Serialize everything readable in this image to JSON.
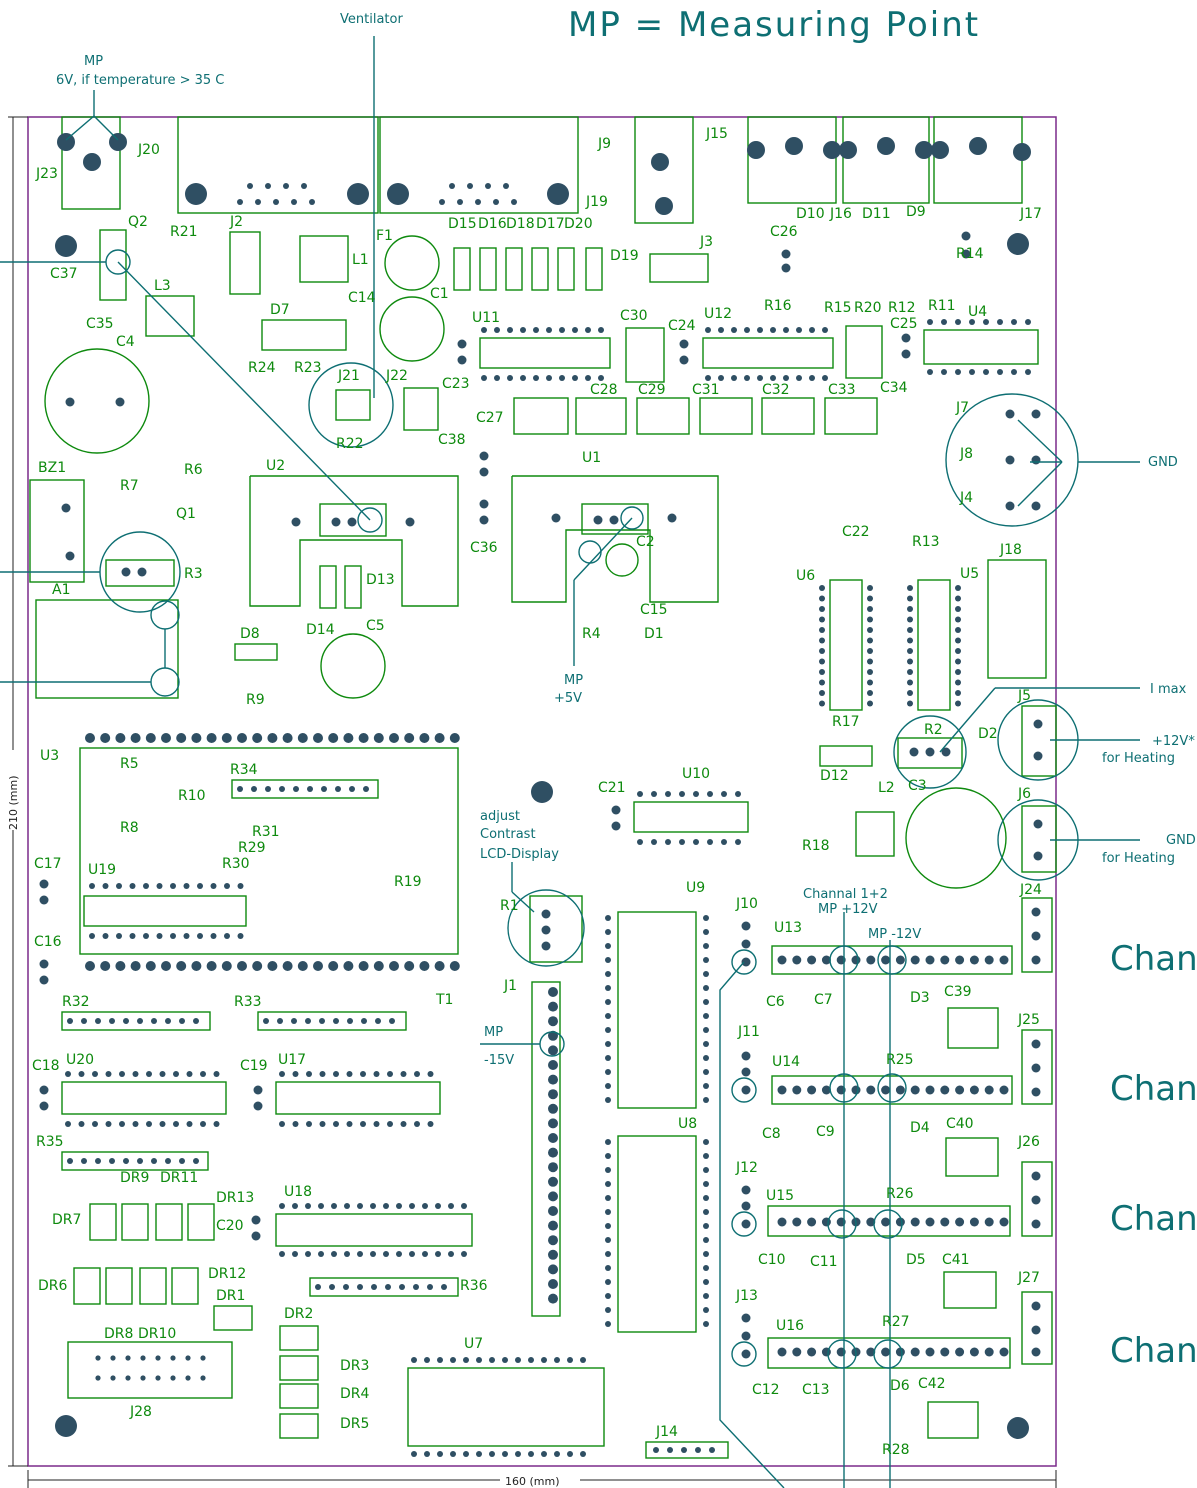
{
  "title": "MP = Measuring Point",
  "dimensions": {
    "width": "160 (mm)",
    "height": "210 (mm)"
  },
  "annotations": {
    "ventilator": "Ventilator",
    "mp_temp_line1": "MP",
    "mp_temp_line2": "6V, if temperature > 35 C",
    "gnd": "GND",
    "imax": "I max",
    "heat12_line1": "+12V*",
    "heat12_line2": "for Heating",
    "heatgnd_line1": "GND",
    "heatgnd_line2": "for Heating",
    "mp5_line1": "MP",
    "mp5_line2": "+5V",
    "contrast_line1": "adjust",
    "contrast_line2": "Contrast",
    "contrast_line3": "LCD-Display",
    "mp15_line1": "MP",
    "mp15_line2": "-15V",
    "ch12_line1": "Channal 1+2",
    "ch12_line2": "MP +12V",
    "mpm12": "MP -12V"
  },
  "channels": [
    "Chann",
    "Chann",
    "Chann",
    "Chann"
  ],
  "colors": {
    "silkscreen": "#0e8a0e",
    "annotation": "#0e6f73",
    "pad": "#2f4f63",
    "outline": "#7a2a8a"
  },
  "labels": [
    "J23",
    "J20",
    "J2",
    "R21",
    "Q2",
    "C37",
    "L3",
    "C35",
    "C4",
    "L1",
    "F1",
    "C14",
    "D7",
    "C1",
    "R24",
    "R23",
    "J21",
    "J22",
    "C23",
    "C38",
    "R22",
    "U2",
    "BZ1",
    "R7",
    "R6",
    "Q1",
    "R3",
    "A1",
    "D8",
    "D14",
    "D13",
    "C5",
    "R9",
    "J9",
    "J19",
    "J15",
    "J17",
    "J3",
    "D15",
    "D16",
    "D18",
    "D17",
    "D20",
    "D19",
    "U11",
    "C27",
    "C28",
    "C29",
    "C30",
    "C24",
    "U12",
    "C31",
    "C32",
    "C33",
    "C34",
    "U1",
    "C36",
    "C2",
    "C15",
    "R4",
    "D1",
    "D10",
    "J16",
    "D11",
    "D9",
    "C26",
    "R14",
    "R16",
    "R15",
    "R20",
    "R12",
    "R11",
    "C25",
    "U4",
    "J7",
    "J8",
    "J4",
    "C22",
    "R13",
    "J18",
    "U6",
    "U5",
    "R17",
    "D12",
    "R2",
    "D2",
    "J5",
    "C3",
    "L2",
    "J6",
    "R18",
    "J24",
    "U3",
    "R5",
    "R10",
    "R8",
    "R34",
    "R31",
    "R29",
    "R30",
    "C17",
    "U19",
    "R19",
    "C16",
    "R1",
    "C21",
    "U10",
    "U9",
    "J10",
    "U13",
    "C6",
    "C7",
    "D3",
    "C39",
    "J25",
    "R32",
    "R33",
    "T1",
    "J1",
    "C18",
    "U20",
    "C19",
    "U17",
    "J11",
    "U14",
    "R25",
    "C8",
    "C9",
    "D4",
    "C40",
    "J26",
    "U8",
    "R35",
    "DR9",
    "DR11",
    "DR7",
    "DR13",
    "C20",
    "U18",
    "J12",
    "U15",
    "R26",
    "C10",
    "C11",
    "D5",
    "C41",
    "J27",
    "DR6",
    "DR12",
    "DR1",
    "DR2",
    "DR3",
    "DR4",
    "DR5",
    "R36",
    "DR8",
    "DR10",
    "J28",
    "U7",
    "J13",
    "U16",
    "R27",
    "C12",
    "C13",
    "D6",
    "C42",
    "J14",
    "R28"
  ]
}
